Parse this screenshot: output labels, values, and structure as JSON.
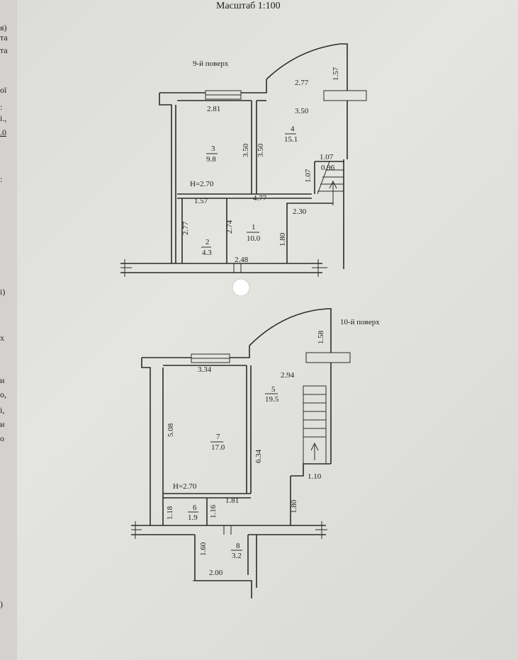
{
  "title": "Масштаб 1:100",
  "floor9": {
    "label": "9-й поверх",
    "height": "Н=2.70",
    "rooms": [
      {
        "num": "1",
        "area": "10.0"
      },
      {
        "num": "2",
        "area": "4.3"
      },
      {
        "num": "3",
        "area": "9.8"
      },
      {
        "num": "4",
        "area": "15.1"
      }
    ],
    "dims": [
      "2.77",
      "1.57",
      "3.50",
      "2.81",
      "3.50",
      "3.50",
      "1.07",
      "1.07",
      "0.96",
      "4.77",
      "1.57",
      "2.30",
      "2.77",
      "2.74",
      "1.80",
      "2.48"
    ]
  },
  "floor10": {
    "label": "10-й поверх",
    "height": "Н=2.70",
    "rooms": [
      {
        "num": "5",
        "area": "19.5"
      },
      {
        "num": "6",
        "area": "1.9"
      },
      {
        "num": "7",
        "area": "17.0"
      },
      {
        "num": "8",
        "area": "3.2"
      }
    ],
    "dims": [
      "1.58",
      "3.34",
      "2.94",
      "5.08",
      "6.34",
      "1.10",
      "1.81",
      "1.80",
      "1.18",
      "1.16",
      "1.60",
      "2.00"
    ]
  },
  "margin_fragments": [
    "я)",
    "та",
    "та",
    "ої",
    ":",
    "і.,",
    ".0",
    ":",
    "і)",
    "х",
    "и",
    "о,",
    "і,",
    "и",
    "о",
    ")"
  ]
}
